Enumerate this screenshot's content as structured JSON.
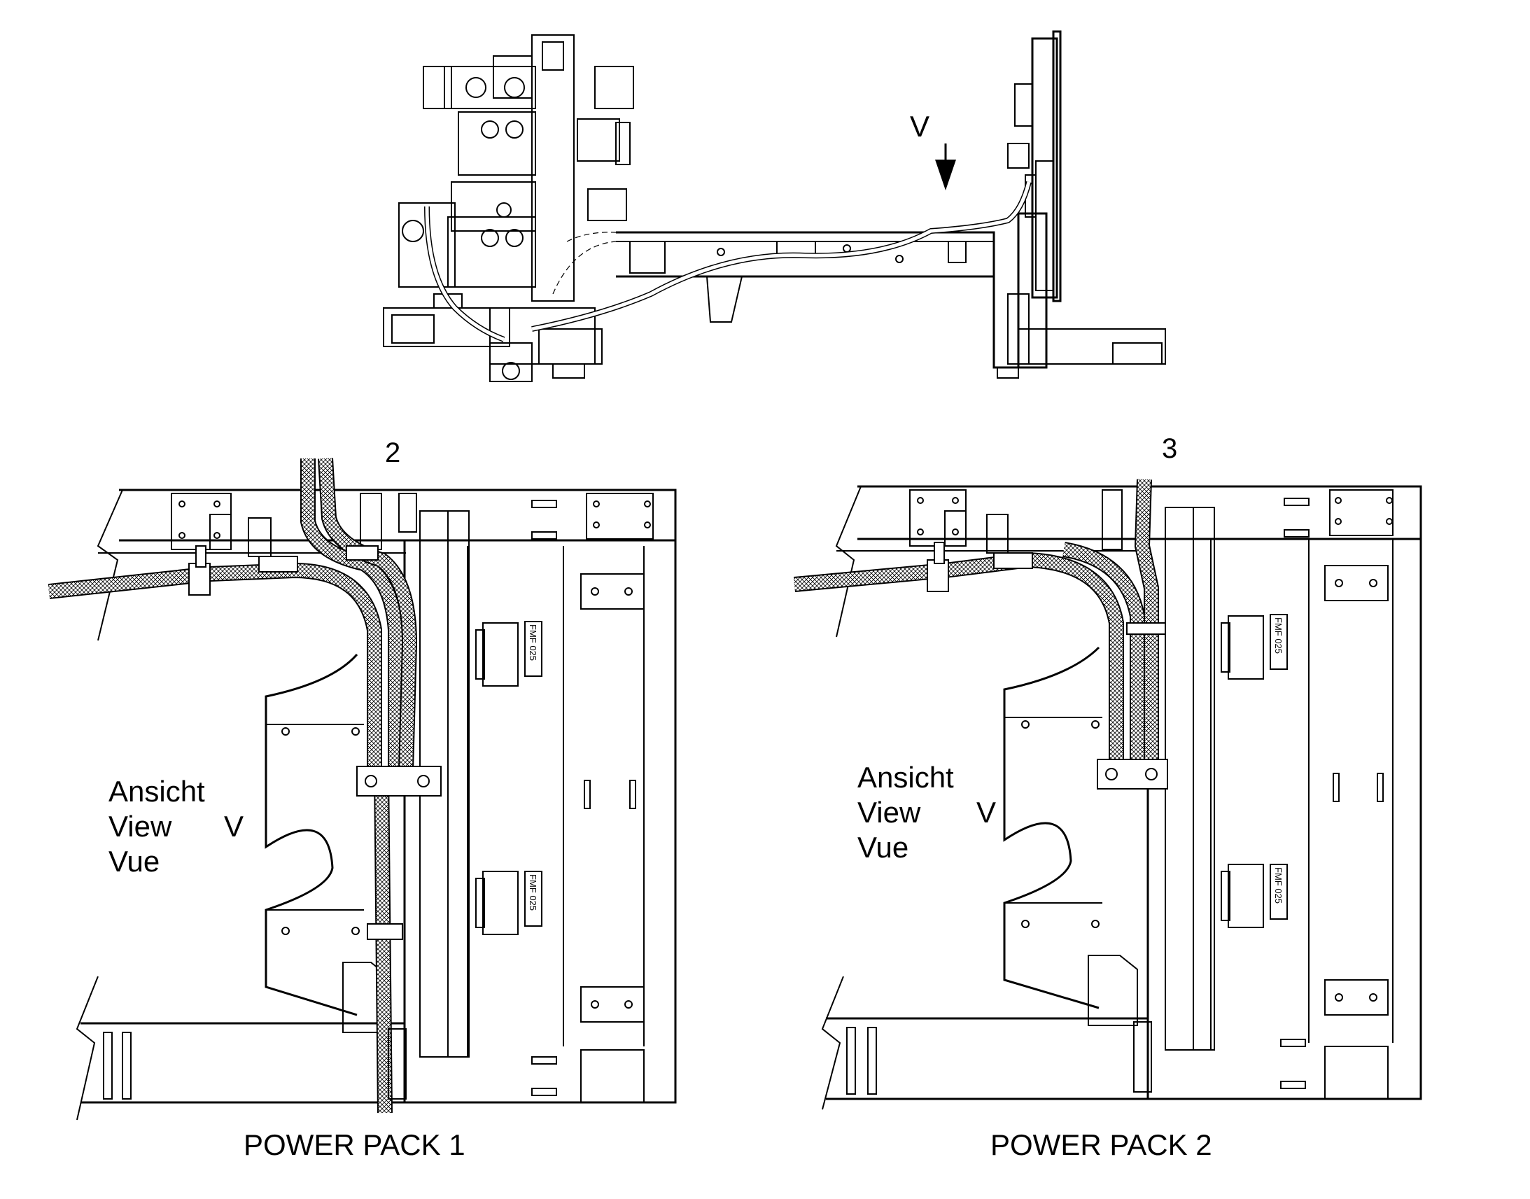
{
  "labels": {
    "view_marker": "V",
    "detail_2": "2",
    "detail_3": "3",
    "view_text_line1": "Ansicht",
    "view_text_line2": "View",
    "view_text_line3": "Vue",
    "view_letter": "V",
    "caption_pack1": "POWER PACK 1",
    "caption_pack2": "POWER PACK 2",
    "fan_tag": "FMF 025"
  }
}
